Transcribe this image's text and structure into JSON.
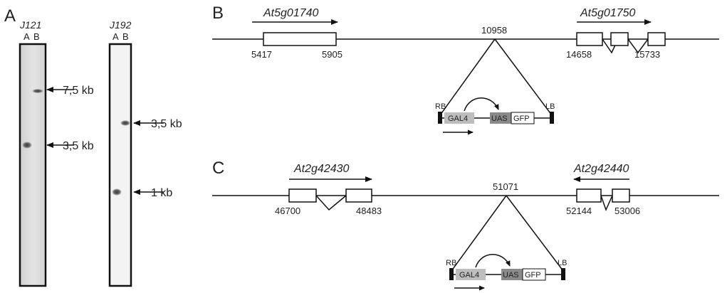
{
  "panels": {
    "a": "A",
    "b": "B",
    "c": "C"
  },
  "blots": [
    {
      "strain": "J121",
      "lanes": [
        "A",
        "B"
      ],
      "markers": [
        "7,5 kb",
        "3,5 kb"
      ]
    },
    {
      "strain": "J192",
      "lanes": [
        "A",
        "B"
      ],
      "markers": [
        "3,5 kb",
        "1 kb"
      ]
    }
  ],
  "diagrams": [
    {
      "left_gene": "At5g01740",
      "left_coords": [
        "5417",
        "5905"
      ],
      "right_gene": "At5g01750",
      "right_coords": [
        "14658",
        "15733"
      ],
      "insertion": "10958"
    },
    {
      "left_gene": "At2g42430",
      "left_coords": [
        "46700",
        "48483"
      ],
      "right_gene": "At2g42440",
      "right_coords": [
        "52144",
        "53006"
      ],
      "insertion": "51071"
    }
  ],
  "construct": {
    "rb": "RB",
    "lb": "LB",
    "gal4": "GAL4",
    "uas": "UAS",
    "gfp": "GFP"
  },
  "colors": {
    "gal4_fill": "#bdbdbd",
    "uas_fill": "#8a8a8a",
    "blot_background": "#d9d9d9"
  }
}
